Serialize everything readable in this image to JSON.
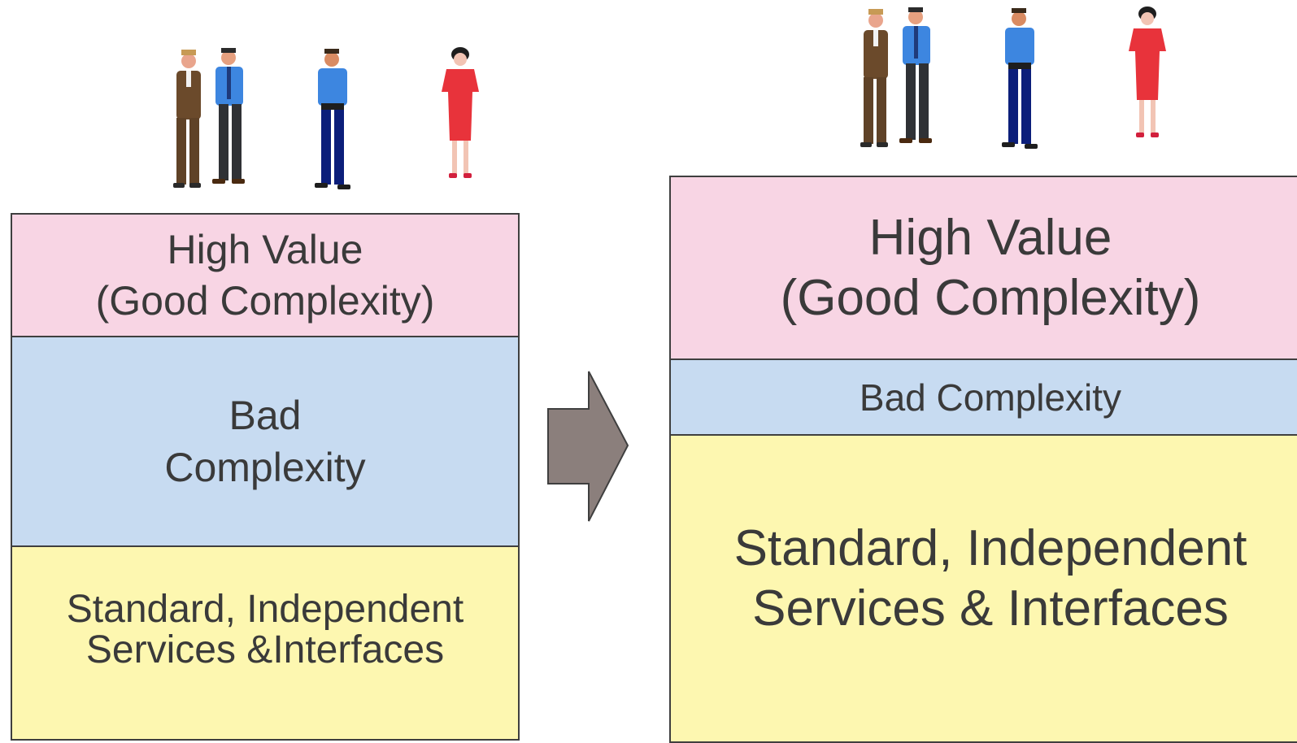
{
  "left": {
    "layers": [
      {
        "lines": [
          "High Value",
          "(Good Complexity)"
        ]
      },
      {
        "lines": [
          "Bad",
          "Complexity"
        ]
      },
      {
        "lines": [
          "Standard, Independent",
          "Services &Interfaces"
        ]
      }
    ]
  },
  "right": {
    "layers": [
      {
        "lines": [
          "High Value",
          "(Good Complexity)"
        ]
      },
      {
        "lines": [
          "Bad Complexity"
        ]
      },
      {
        "lines": [
          "Standard, Independent",
          "Services & Interfaces"
        ]
      }
    ]
  },
  "icons": {
    "arrow": "right-arrow-icon",
    "people": [
      "man-brown-suit-icon",
      "man-blue-shirt-icon",
      "man-blue-standing-icon",
      "woman-red-dress-icon"
    ]
  },
  "colors": {
    "high_value": "#f8d5e4",
    "bad_complexity": "#c7dbf1",
    "standard_services": "#fdf7b0",
    "arrow_fill": "#8b7f7c",
    "text": "#3a3a3a"
  }
}
